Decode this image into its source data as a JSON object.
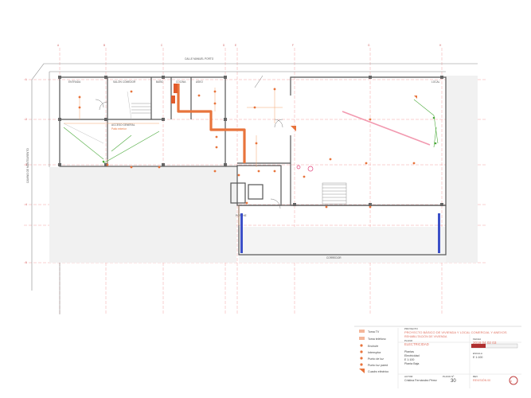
{
  "plan": {
    "street_label": "CALLE MANUEL PORTO",
    "side_street_label": "CAMINO DE MONTEARENTO",
    "rooms": [
      {
        "id": "entrada",
        "label": "ENTRADA"
      },
      {
        "id": "salon",
        "label": "SALÓN COMEDOR"
      },
      {
        "id": "bano",
        "label": "BAÑO"
      },
      {
        "id": "cocina",
        "label": "COCINA"
      },
      {
        "id": "aseo",
        "label": "ASEO"
      },
      {
        "id": "acceso",
        "label": "ACCESO GENERAL"
      },
      {
        "id": "patio-left",
        "label": "Patio exterior"
      },
      {
        "id": "porche",
        "label": "PORCHE"
      },
      {
        "id": "local",
        "label": "LOCAL"
      },
      {
        "id": "corridor",
        "label": "CORREDOR"
      }
    ],
    "patio_label": "PATIO"
  },
  "legend": {
    "items": [
      {
        "label": "Toma TV",
        "color": "#f0a080"
      },
      {
        "label": "Toma teléfono",
        "color": "#f0a080"
      },
      {
        "label": "Enchufe",
        "color": "#e8743c"
      },
      {
        "label": "Interruptor",
        "color": "#e8743c"
      },
      {
        "label": "Punto de luz",
        "color": "#e8743c"
      },
      {
        "label": "Punto luz pared",
        "color": "#e8743c"
      },
      {
        "label": "Cuadro eléctrico",
        "color": "#e8743c"
      }
    ]
  },
  "title_block": {
    "project_label": "PROYECTO",
    "project_line1": "PROYECTO BÁSICO DE VIVIENDA Y LOCAL COMERCIAL Y ANEXOS",
    "project_line2": "REHABILITACIÓN DE VIVIENDA",
    "plan_label": "PLANO",
    "plan_title": "ELECTRICIDAD",
    "date_label": "FECHA",
    "date": "2018 04 02 03",
    "scale_label": "ESCALA",
    "scale": "E 1:100",
    "plan_lines": [
      "Plantas",
      "Electricidad",
      "E 1:100",
      "Planta Baja"
    ],
    "author_label": "AUTOR",
    "author": "Cristina Fernández Pérez",
    "sheet_label": "PLANO Nº",
    "sheet_number": "30",
    "revision_label": "REV",
    "revision": "REVISIÓN 00",
    "logo_alt": "logo"
  },
  "colors": {
    "grid": "#f08080",
    "wall": "#555555",
    "wiring": "#e8743c",
    "green": "#4caa3c",
    "pink": "#f29ab0",
    "blue": "#3c50c8"
  }
}
